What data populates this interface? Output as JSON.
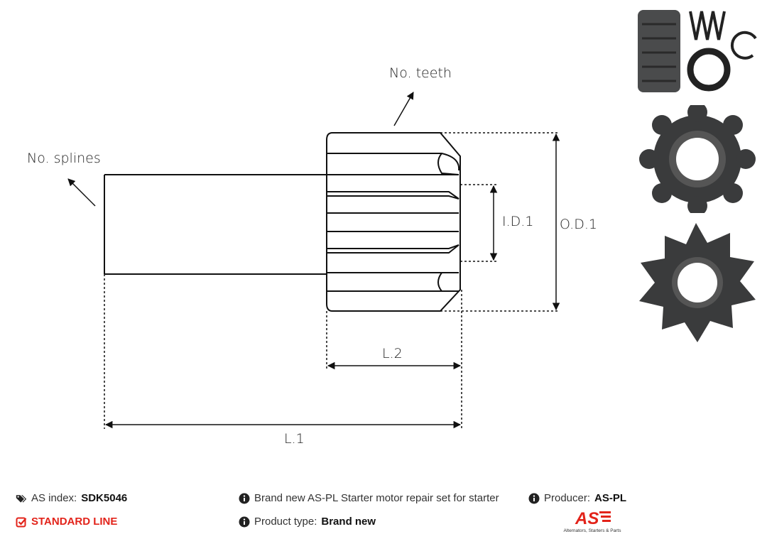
{
  "labels": {
    "teeth": "No. teeth",
    "splines": "No. splines",
    "id1": "I.D.1",
    "od1": "O.D.1",
    "l2": "L.2",
    "l1": "L.1"
  },
  "footer": {
    "index_label": "AS index:",
    "index_value": "SDK5046",
    "line": "STANDARD LINE",
    "description": "Brand new AS-PL Starter motor repair set for starter",
    "type_label": "Product type:",
    "type_value": "Brand new",
    "producer_label": "Producer:",
    "producer_value": "AS-PL"
  },
  "logo": {
    "mark": "AS",
    "tagline": "Alternators, Starters & Parts"
  },
  "colors": {
    "accent": "#e2231a",
    "line": "#111111",
    "metal": "#3a3b3c"
  },
  "icons": [
    "tags-icon",
    "check-square-icon",
    "info-circle-icon",
    "info-circle-icon",
    "info-circle-icon"
  ]
}
